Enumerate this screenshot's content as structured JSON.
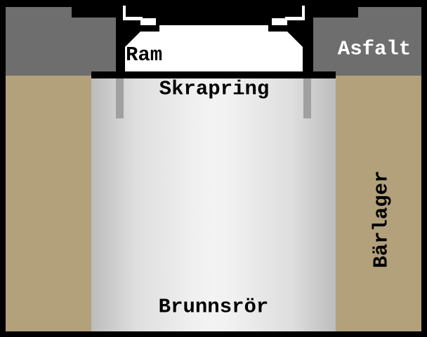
{
  "diagram": {
    "type": "manhole-installation-cross-section",
    "labels": {
      "ram": "Ram",
      "asfalt": "Asfalt",
      "skrapring": "Skrapring",
      "barlager": "Bärlager",
      "brunnsror": "Brunnsrör"
    },
    "colors": {
      "background": "#000000",
      "asphalt_gray": "#6e6e6e",
      "base_layer_tan": "#b2a17b",
      "pipe_center_light": "#f3f3f3",
      "pipe_edge_gray": "#bcbcbc",
      "scraper_strip_gray": "#a0a0a0",
      "frame_white": "#ffffff",
      "label_dark": "#000000",
      "label_light": "#ffffff"
    }
  }
}
